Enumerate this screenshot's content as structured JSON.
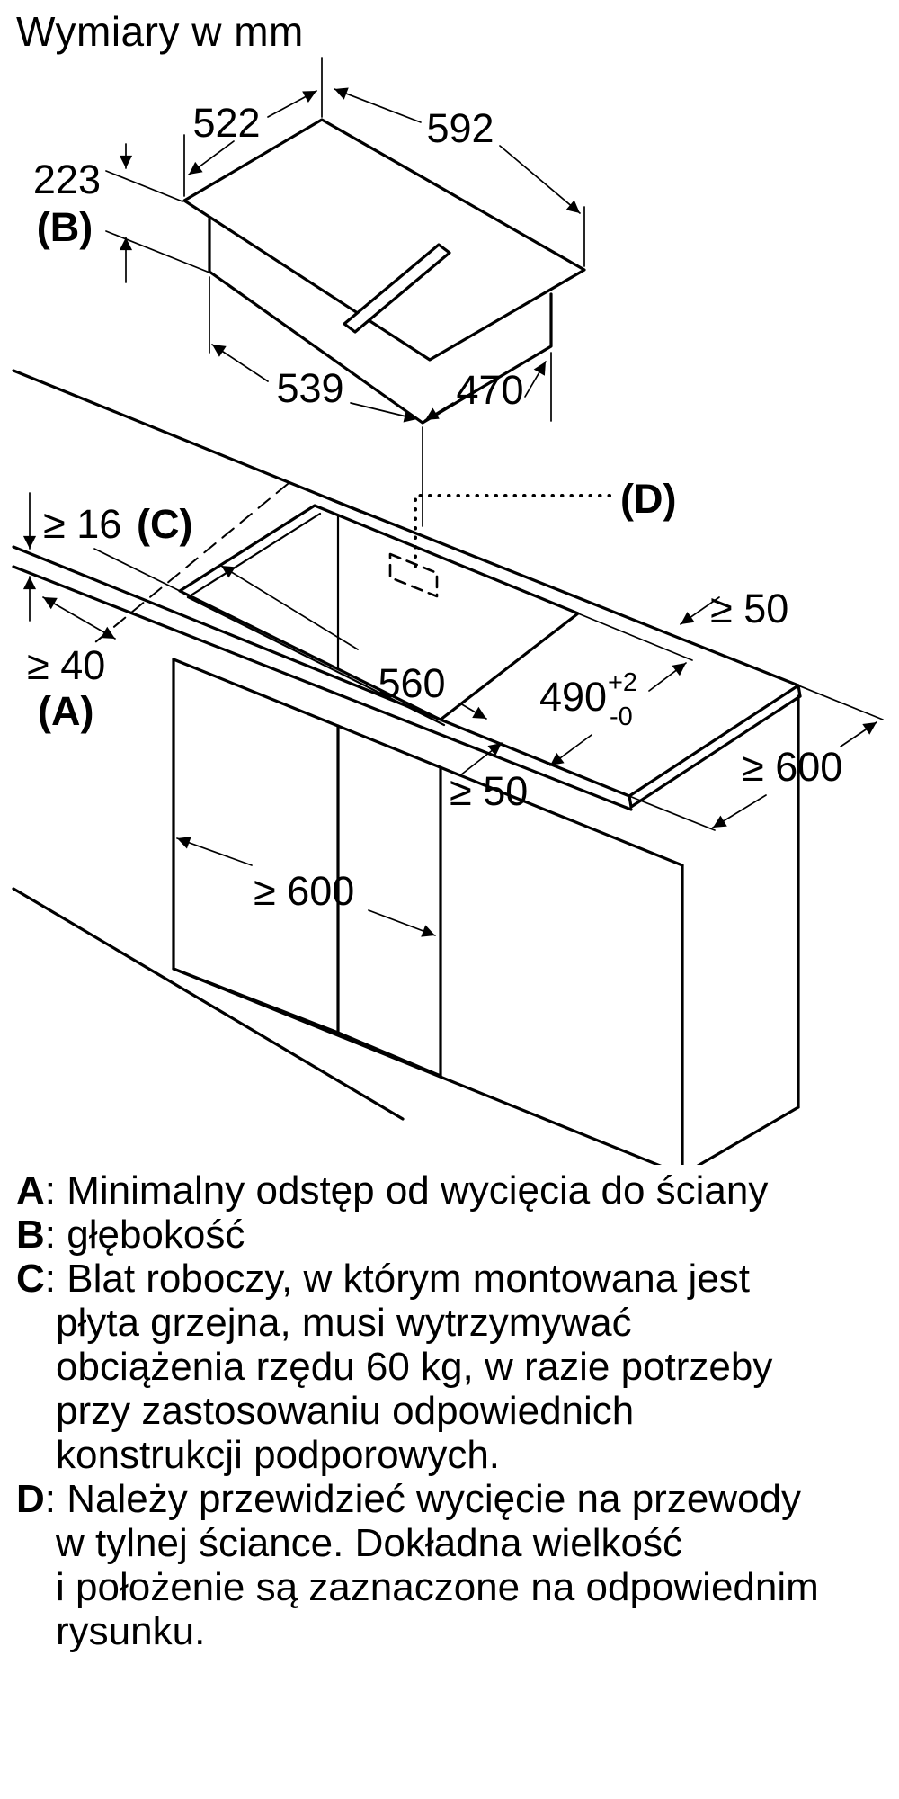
{
  "title": "Wymiary w mm",
  "dims": {
    "hob_top_depth": "522",
    "hob_top_width": "592",
    "hob_height": "223",
    "hob_height_ref": "(B)",
    "hob_body_width": "539",
    "hob_body_depth": "470",
    "worktop_thickness": "≥ 16",
    "worktop_thickness_ref": "(C)",
    "wall_clearance": "≥ 40",
    "wall_clearance_ref": "(A)",
    "cutout_width": "560",
    "cutout_depth": "490",
    "cutout_depth_tol_plus": "+2",
    "cutout_depth_tol_minus": "-0",
    "back_clearance": "≥ 50",
    "front_clearance": "≥ 50",
    "worktop_depth": "≥ 600",
    "cabinet_width": "≥ 600",
    "duct_ref": "(D)"
  },
  "legend": {
    "separator": ": ",
    "items": [
      {
        "letter": "A",
        "lines": [
          "Minimalny odstęp od wycięcia do ściany"
        ]
      },
      {
        "letter": "B",
        "lines": [
          "głębokość"
        ]
      },
      {
        "letter": "C",
        "lines": [
          "Blat roboczy, w którym montowana jest",
          "płyta grzejna, musi wytrzymywać",
          "obciążenia rzędu 60 kg, w razie potrzeby",
          "przy zastosowaniu odpowiednich",
          "konstrukcji podporowych."
        ]
      },
      {
        "letter": "D",
        "lines": [
          "Należy przewidzieć wycięcie na przewody",
          "w tylnej ściance. Dokładna wielkość",
          "i położenie są zaznaczone na odpowiednim",
          "rysunku."
        ]
      }
    ]
  }
}
